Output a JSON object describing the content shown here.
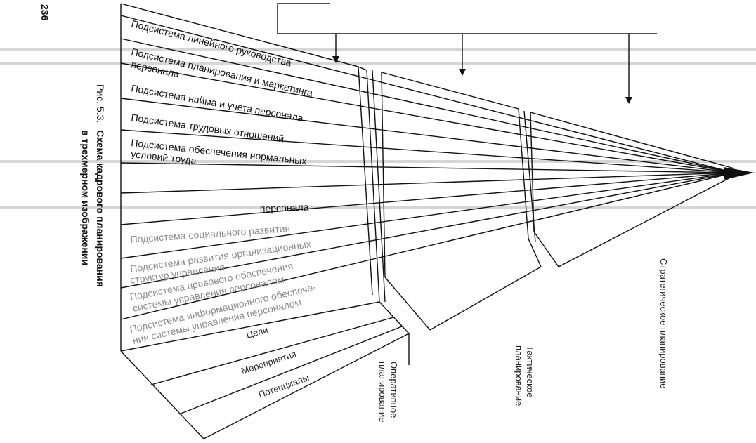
{
  "page_number": "236",
  "caption": {
    "prefix": "Рис. 5.3.",
    "title_line1": "Схема кадрового планирования",
    "title_line2": "в трехмерном изображении"
  },
  "subsystems": [
    "Подсистема линейного руководства",
    "Подсистема планирования и маркетинга",
    "персонала",
    "Подсистема найма и учета персонала",
    "Подсистема трудовых отношений",
    "Подсистема обеспечения нормальных",
    "условий труда",
    "персонала",
    "Подсистема социального развития",
    "Подсистема развития организационных",
    "структур управления",
    "Подсистема правового обеспечения",
    "системы управления персоналом",
    "Подсистема информационного обеспече-",
    "ния системы управления персоналом"
  ],
  "levels": [
    "Цели",
    "Мероприятия",
    "Потенциалы"
  ],
  "planning": {
    "operational": [
      "Оперативное",
      "планирование"
    ],
    "tactical": [
      "Тактическое",
      "планирование"
    ],
    "strategic": "Стратегическое планирование"
  }
}
